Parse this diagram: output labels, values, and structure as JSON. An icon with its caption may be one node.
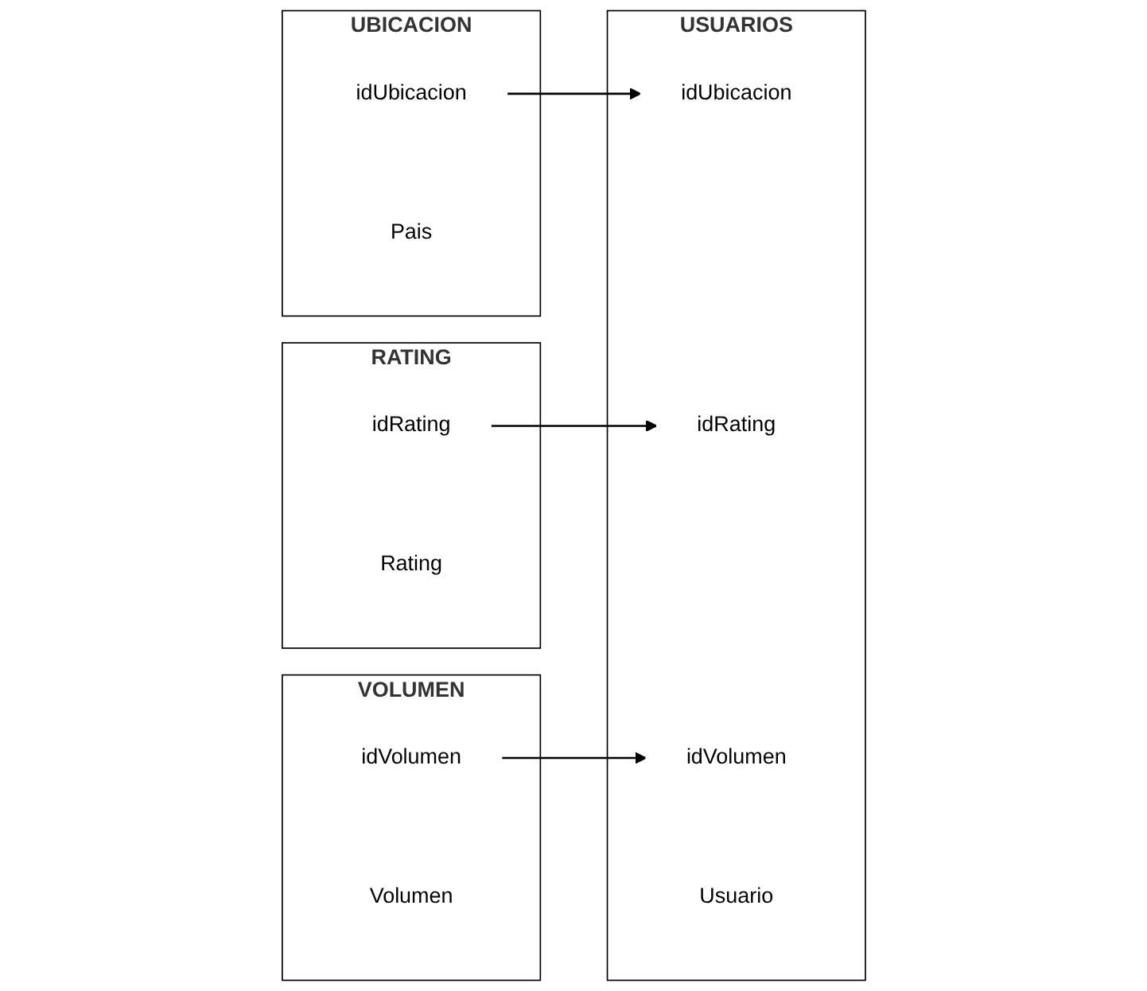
{
  "diagram": {
    "nodes": [
      {
        "text": [
          "UBICACION"
        ]
      },
      {
        "text": [
          "idUbicacion"
        ],
        "in": 0
      },
      {
        "text": [
          "Pais"
        ],
        "in": 0
      },
      {
        "text": [
          "RATING"
        ]
      },
      {
        "text": [
          "idRating"
        ],
        "in": 3
      },
      {
        "text": [
          "Rating"
        ],
        "in": 3
      },
      {
        "text": [
          "VOLUMEN"
        ]
      },
      {
        "text": [
          "idVolumen"
        ],
        "in": 6
      },
      {
        "text": [
          "Volumen"
        ],
        "in": 6
      },
      {
        "text": [
          "USUARIOS"
        ]
      },
      {
        "text": [
          "idUbicacion"
        ],
        "in": 9
      },
      {
        "text": [
          "idRating"
        ],
        "in": 9
      },
      {
        "text": [
          "idVolumen"
        ],
        "in": 9
      },
      {
        "text": [
          "Usuario"
        ],
        "in": 9
      }
    ],
    "edges": [
      {
        "from": 1,
        "to": 10,
        "arrow": "to"
      },
      {
        "from": 4,
        "to": 11,
        "arrow": "to"
      },
      {
        "from": 7,
        "to": 12,
        "arrow": "to"
      }
    ]
  }
}
